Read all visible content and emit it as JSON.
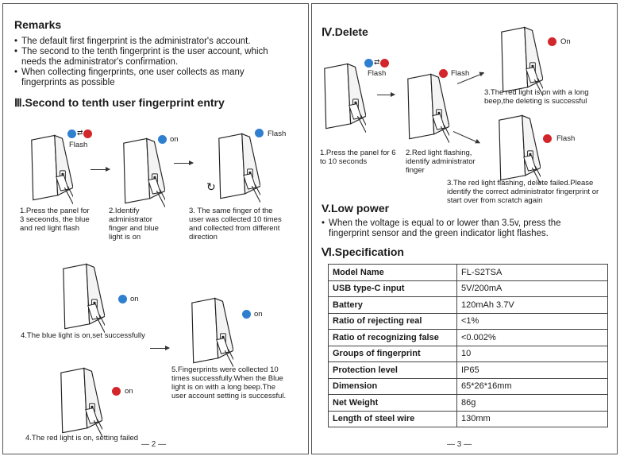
{
  "left": {
    "remarks_title": "Remarks",
    "remarks": [
      "The default first fingerprint is the administrator's account.",
      "The second to the tenth fingerprint is the user account, which needs the administrator's confirmation.",
      "When collecting fingerprints, one user collects as many fingerprints as possible"
    ],
    "section3_title": "Ⅲ.Second to tenth user fingerprint entry",
    "step1_label": "Flash",
    "step1_caption": "1.Press the panel for 3 seceonds, the blue and red light flash",
    "step2_label": "on",
    "step2_caption": "2.Identify administrator finger and blue light is on",
    "step3_label": "Flash",
    "step3_caption": "3. The same finger of the user was collected 10 times and collected from different direction",
    "step4_label": "on",
    "step4_caption": "4.The blue light is on,set successfully",
    "step5_label": "on",
    "step5_caption": "5.Fingerprints were collected 10 times successfully.When the Blue light is on with a long beep.The user account setting is successful.",
    "step6_label": "on",
    "step6_caption": "4.The red light is on, setting failed",
    "page_number": "— 2 —"
  },
  "right": {
    "section4_title": "Ⅳ.Delete",
    "d1_label": "Flash",
    "d1_caption": "1.Press the panel for 6 to 10 seconds",
    "d2_label": "Flash",
    "d2_caption": "2.Red light flashing, identify administrator finger",
    "d3_label": "On",
    "d3_caption": "3.The red light is on with a long beep,the deleting is successful",
    "d4_label": "Flash",
    "d4_caption": "3.The red light flashing, delete failed.Please identify the correct administrator fingerprint or start over from scratch again",
    "section5_title": "V.Low power",
    "low_power_text": "When the voltage is equal to or lower than 3.5v, press the fingerprint sensor and the green indicator light flashes.",
    "section6_title": "Ⅵ.Specification",
    "spec": [
      {
        "k": "Model Name",
        "v": "FL-S2TSA"
      },
      {
        "k": "USB type-C input",
        "v": "5V/200mA"
      },
      {
        "k": "Battery",
        "v": "120mAh 3.7V"
      },
      {
        "k": "Ratio of rejecting real",
        "v": "<1%"
      },
      {
        "k": "Ratio of recognizing false",
        "v": "<0.002%"
      },
      {
        "k": "Groups of fingerprint",
        "v": "10"
      },
      {
        "k": "Protection level",
        "v": "IP65"
      },
      {
        "k": "Dimension",
        "v": "65*26*16mm"
      },
      {
        "k": "Net Weight",
        "v": "86g"
      },
      {
        "k": "Length of steel wire",
        "v": "130mm"
      }
    ],
    "page_number": "— 3 —"
  }
}
